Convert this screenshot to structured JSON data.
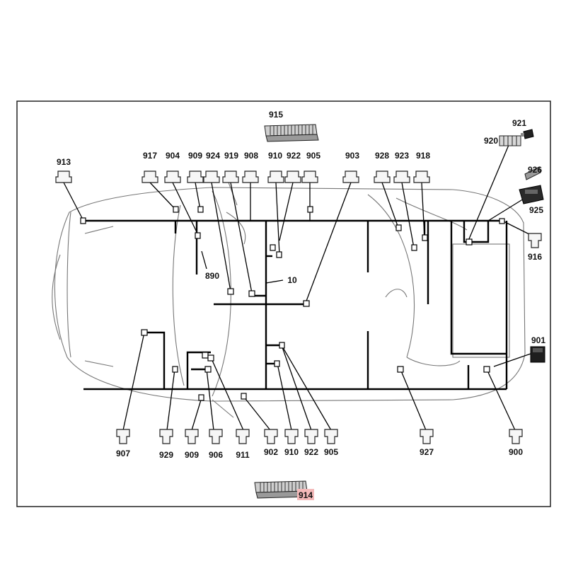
{
  "labels": {
    "c913": "913",
    "c917": "917",
    "c904t": "904",
    "c909t": "909",
    "c924": "924",
    "c919": "919",
    "c908": "908",
    "c910t": "910",
    "c922t": "922",
    "c905t": "905",
    "c903": "903",
    "c928": "928",
    "c923": "923",
    "c918": "918",
    "c915": "915",
    "c921": "921",
    "c920": "920",
    "c926": "926",
    "c925": "925",
    "c916": "916",
    "c901": "901",
    "c907": "907",
    "c929": "929",
    "c909b": "909",
    "c906": "906",
    "c911": "911",
    "c902": "902",
    "c910b": "910",
    "c922b": "922",
    "c905b": "905",
    "c927": "927",
    "c900": "900",
    "c914": "914",
    "c890": "890",
    "c10": "10"
  },
  "colors": {
    "line": "#000000",
    "car_outline": "#777777",
    "highlight": "#f4b9b9"
  }
}
